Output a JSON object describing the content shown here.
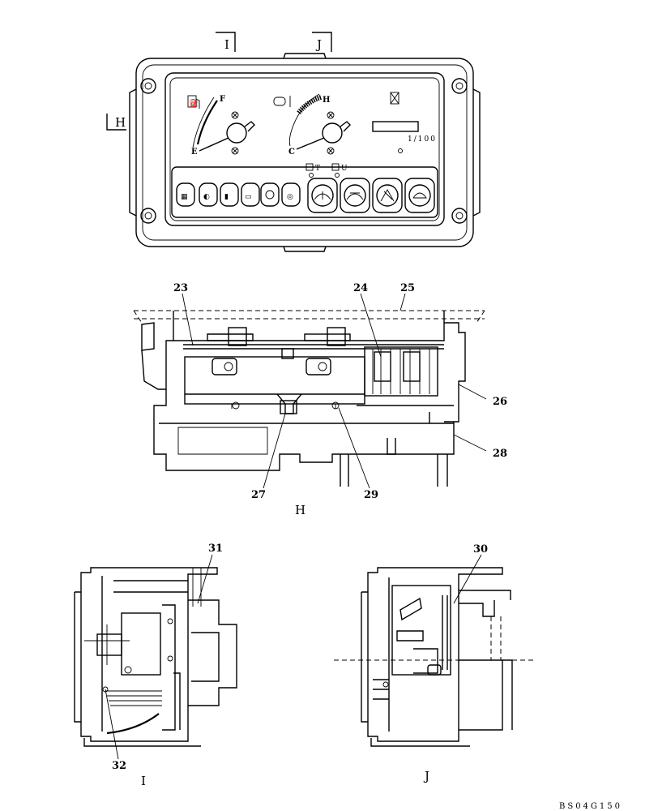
{
  "section_markers": {
    "i": "I",
    "j": "J",
    "h": "H"
  },
  "panel": {
    "scale_label": "1/100",
    "switch_t": "T",
    "switch_u": "U"
  },
  "gauges": {
    "fuel_full": "F",
    "fuel_empty": "E",
    "temp_hot": "H",
    "temp_cold": "C"
  },
  "parts": {
    "p23": "23",
    "p24": "24",
    "p25": "25",
    "p26": "26",
    "p27": "27",
    "p28": "28",
    "p29": "29",
    "p30": "30",
    "p31": "31",
    "p32": "32"
  },
  "views": {
    "h": "H",
    "i": "I",
    "j": "J"
  },
  "drawing_code": "BS04G150"
}
